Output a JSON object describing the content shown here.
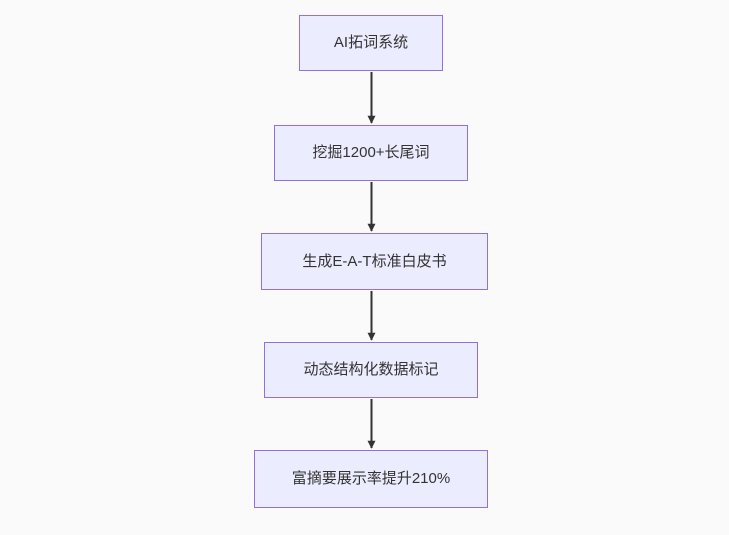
{
  "diagram": {
    "type": "flowchart",
    "direction": "top-down",
    "nodes": [
      {
        "label": "AI拓词系统"
      },
      {
        "label": "挖掘1200+长尾词"
      },
      {
        "label": "生成E-A-T标准白皮书"
      },
      {
        "label": "动态结构化数据标记"
      },
      {
        "label": "富摘要展示率提升210%"
      }
    ],
    "edges": [
      {
        "from_index": 0,
        "to_index": 1
      },
      {
        "from_index": 1,
        "to_index": 2
      },
      {
        "from_index": 2,
        "to_index": 3
      },
      {
        "from_index": 3,
        "to_index": 4
      }
    ],
    "colors": {
      "background": "#FAFAFA",
      "node_fill": "#ECECFF",
      "node_border": "#9370DB",
      "text": "#333333",
      "arrow": "#333333"
    }
  }
}
